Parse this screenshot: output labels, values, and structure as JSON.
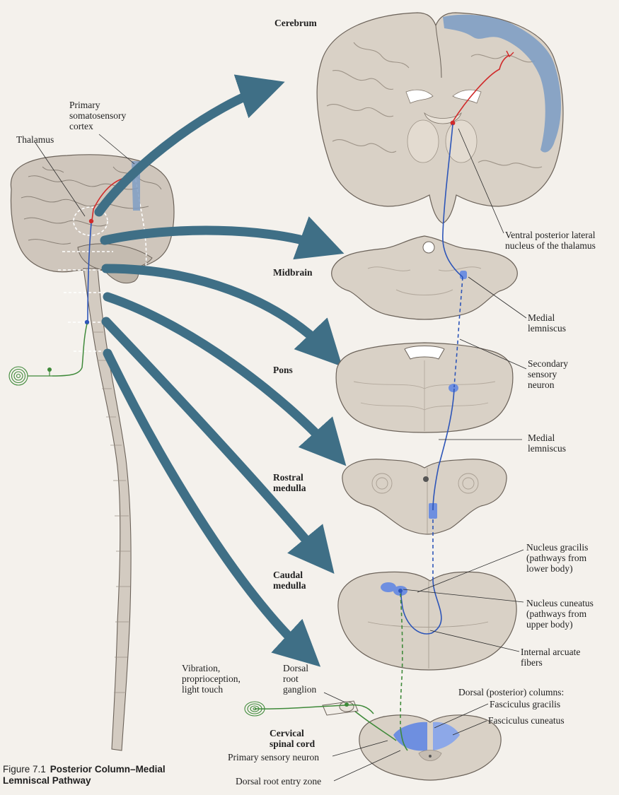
{
  "figure": {
    "number": "Figure 7.1",
    "title_line1": "Posterior Column–Medial",
    "title_line2": "Lemniscal Pathway"
  },
  "levels": {
    "cerebrum": "Cerebrum",
    "midbrain": "Midbrain",
    "pons": "Pons",
    "rostral_medulla": "Rostral\nmedulla",
    "caudal_medulla": "Caudal\nmedulla",
    "cervical_spinal_cord": "Cervical\nspinal cord"
  },
  "labels": {
    "primary_somatosensory_cortex": "Primary\nsomatosensory\ncortex",
    "thalamus": "Thalamus",
    "vpl_nucleus": "Ventral posterior lateral\nnucleus of the thalamus",
    "medial_lemniscus_midbrain": "Medial\nlemniscus",
    "secondary_sensory_neuron": "Secondary\nsensory\nneuron",
    "medial_lemniscus_medulla": "Medial\nlemniscus",
    "nucleus_gracilis": "Nucleus gracilis\n(pathways from\nlower body)",
    "nucleus_cuneatus": "Nucleus cuneatus\n(pathways from\nupper body)",
    "internal_arcuate_fibers": "Internal arcuate\nfibers",
    "vibration": "Vibration,\nproprioception,\nlight touch",
    "dorsal_root_ganglion": "Dorsal\nroot\nganglion",
    "dorsal_columns": "Dorsal (posterior) columns:",
    "fasciculus_gracilis": "Fasciculus gracilis",
    "fasciculus_cuneatus": "Fasciculus cuneatus",
    "primary_sensory_neuron": "Primary sensory neuron",
    "dorsal_root_entry_zone": "Dorsal root entry zone"
  },
  "colors": {
    "tissue": "#d9d1c6",
    "tissue_dark": "#b8ada0",
    "arrow": "#3f6f86",
    "pathway_blue": "#2d55b8",
    "thalamic_red": "#d02a2a",
    "primary_green": "#3f8a3a",
    "highlight": "#7f9ec4",
    "column_blue": "#6e8fe0"
  }
}
